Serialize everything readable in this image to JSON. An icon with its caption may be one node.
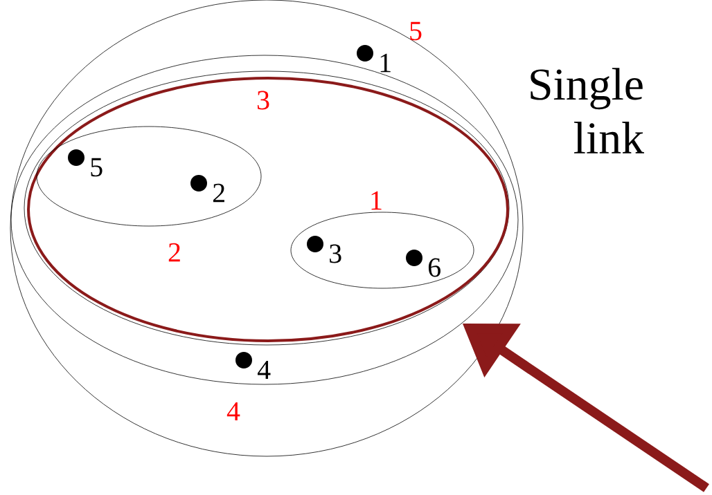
{
  "diagram": {
    "title": "Single link",
    "nodes": [
      {
        "text": [
          "5"
        ]
      },
      {
        "text": [],
        "shape": "circle",
        "beside": [
          "1"
        ],
        "in": 0
      },
      {
        "text": [
          "4"
        ],
        "in": 0
      },
      {
        "text": [
          "3"
        ],
        "in": 2
      },
      {
        "text": [
          "2"
        ],
        "in": 3
      },
      {
        "text": [],
        "shape": "circle",
        "beside": [
          "5"
        ],
        "in": 4
      },
      {
        "text": [],
        "shape": "circle",
        "beside": [
          "2"
        ],
        "in": 4
      },
      {
        "text": [
          "1"
        ],
        "in": 3
      },
      {
        "text": [],
        "shape": "circle",
        "beside": [
          "3"
        ],
        "in": 7
      },
      {
        "text": [],
        "shape": "circle",
        "beside": [
          "6"
        ],
        "in": 7
      },
      {
        "text": [],
        "shape": "circle",
        "beside": [
          "4"
        ],
        "in": 2
      }
    ],
    "edges": [
      {
        "from": null,
        "to": 3,
        "arrow": "to"
      }
    ]
  }
}
